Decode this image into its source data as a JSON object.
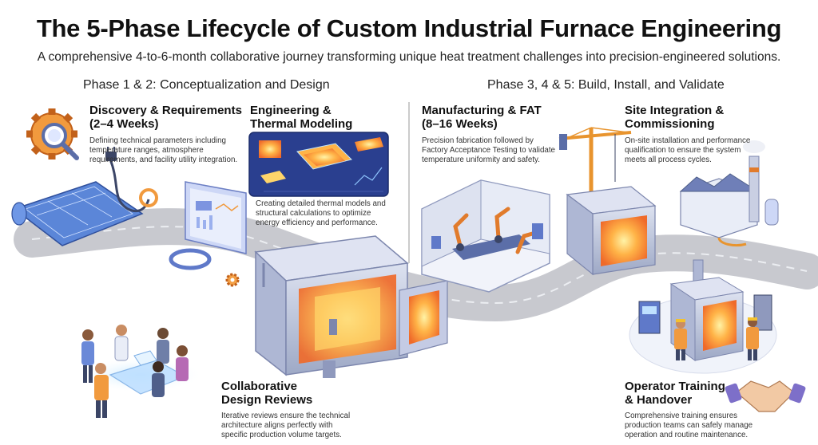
{
  "header": {
    "title": "The 5-Phase Lifecycle of Custom Industrial Furnace Engineering",
    "subtitle": "A comprehensive 4-to-6-month collaborative journey transforming unique heat treatment challenges into precision-engineered solutions."
  },
  "phase_groups": [
    {
      "label": "Phase 1 & 2: Conceptualization and Design"
    },
    {
      "label": "Phase 3, 4 & 5: Build, Install, and Validate"
    }
  ],
  "steps": [
    {
      "title_lines": [
        "Discovery & Requirements",
        "(2–4 Weeks)"
      ],
      "desc_lines": [
        "Defining technical parameters including",
        "temperature ranges, atmosphere",
        "requirements, and facility utility integration."
      ]
    },
    {
      "title_lines": [
        "Engineering &",
        "Thermal Modeling"
      ],
      "desc_lines": [
        "Creating detailed thermal models and",
        "structural calculations to optimize",
        "energy efficiency and performance."
      ]
    },
    {
      "title_lines": [
        "Collaborative",
        "Design Reviews"
      ],
      "desc_lines": [
        "Iterative reviews ensure the technical",
        "architecture aligns perfectly with",
        "specific production volume targets."
      ]
    },
    {
      "title_lines": [
        "Manufacturing & FAT",
        "(8–16 Weeks)"
      ],
      "desc_lines": [
        "Precision fabrication followed by",
        "Factory Acceptance Testing to validate",
        "temperature uniformity and safety."
      ]
    },
    {
      "title_lines": [
        "Site Integration &",
        "Commissioning"
      ],
      "desc_lines": [
        "On-site installation and performance",
        "qualification to ensure the system",
        "meets all process cycles."
      ]
    },
    {
      "title_lines": [
        "Operator Training",
        "& Handover"
      ],
      "desc_lines": [
        "Comprehensive training ensures",
        "production teams can safely manage",
        "operation and routine maintenance."
      ]
    }
  ],
  "icons": [
    "gear-magnifier-icon",
    "blueprint-icon",
    "power-plug-icon",
    "thermal-model-screen-icon",
    "dashboard-screen-icon",
    "ring-part-icon",
    "small-gear-icon",
    "furnace-assembly-icon",
    "engineers-team-icon",
    "factory-robots-icon",
    "crane-icon",
    "plant-building-icon",
    "operators-furnace-icon",
    "handshake-icon"
  ],
  "colors": {
    "road": "#c8c9cf",
    "road_line": "#e9eaee",
    "heat_orange": "#f5923a",
    "heat_yellow": "#ffd56a",
    "steel": "#9aa7c2",
    "blueprint": "#5b86d8",
    "screen": "#2a3f8f",
    "divider": "#9a9a9a"
  }
}
